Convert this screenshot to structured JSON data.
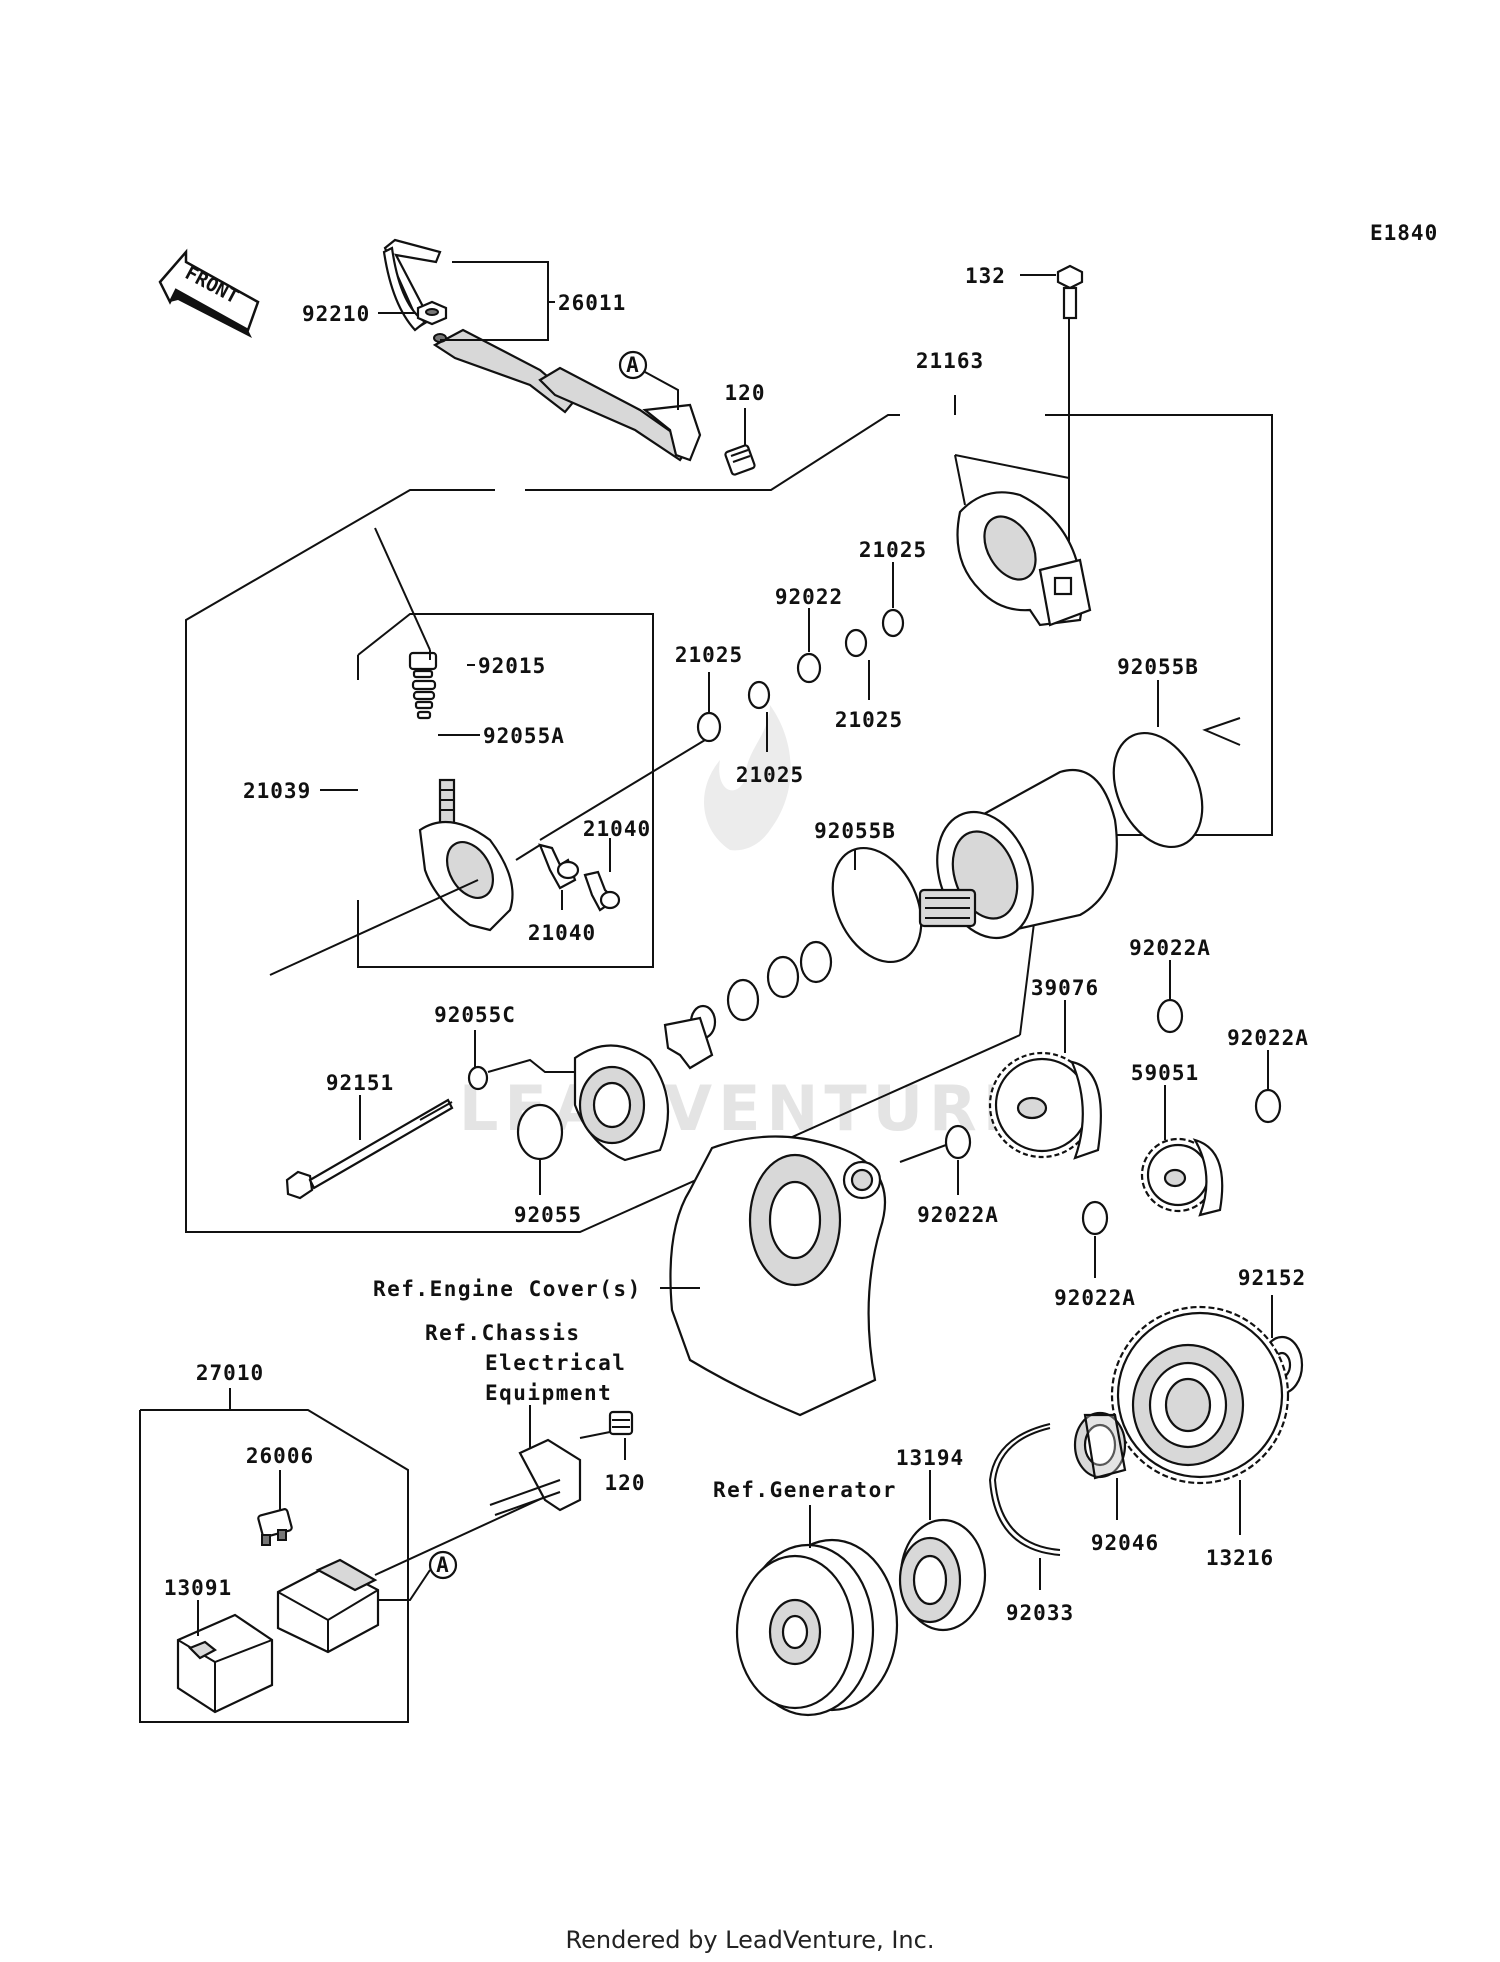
{
  "diagram_code": "E1840",
  "front_label": "FRONT",
  "callouts": {
    "c26011": "26011",
    "c92210": "92210",
    "c120_top": "120",
    "c21163": "21163",
    "c132": "132",
    "c21025_a": "21025",
    "c92022": "92022",
    "c21025_b": "21025",
    "c21025_c": "21025",
    "c21025_d": "21025",
    "c92015": "92015",
    "c92055A": "92055A",
    "c21039": "21039",
    "c21040_a": "21040",
    "c21040_b": "21040",
    "c92055B_a": "92055B",
    "c92055B_b": "92055B",
    "c92055C": "92055C",
    "c92151": "92151",
    "c92055": "92055",
    "c92022A_a": "92022A",
    "c39076": "39076",
    "c92022A_b": "92022A",
    "c59051": "59051",
    "c92022A_c": "92022A",
    "c92022A_d": "92022A",
    "c92152": "92152",
    "c27010": "27010",
    "c26006": "26006",
    "c13091": "13091",
    "c120_bottom": "120",
    "c13194": "13194",
    "c92033": "92033",
    "c92046": "92046",
    "c13216": "13216"
  },
  "refs": {
    "engine_cover": "Ref.Engine Cover(s)",
    "chassis_1": "Ref.Chassis",
    "chassis_2": "Electrical",
    "chassis_3": "Equipment",
    "generator": "Ref.Generator"
  },
  "markers": {
    "a_top": "A",
    "a_bottom": "A"
  },
  "watermark": "LEADVENTURE",
  "footer": "Rendered by LeadVenture, Inc."
}
